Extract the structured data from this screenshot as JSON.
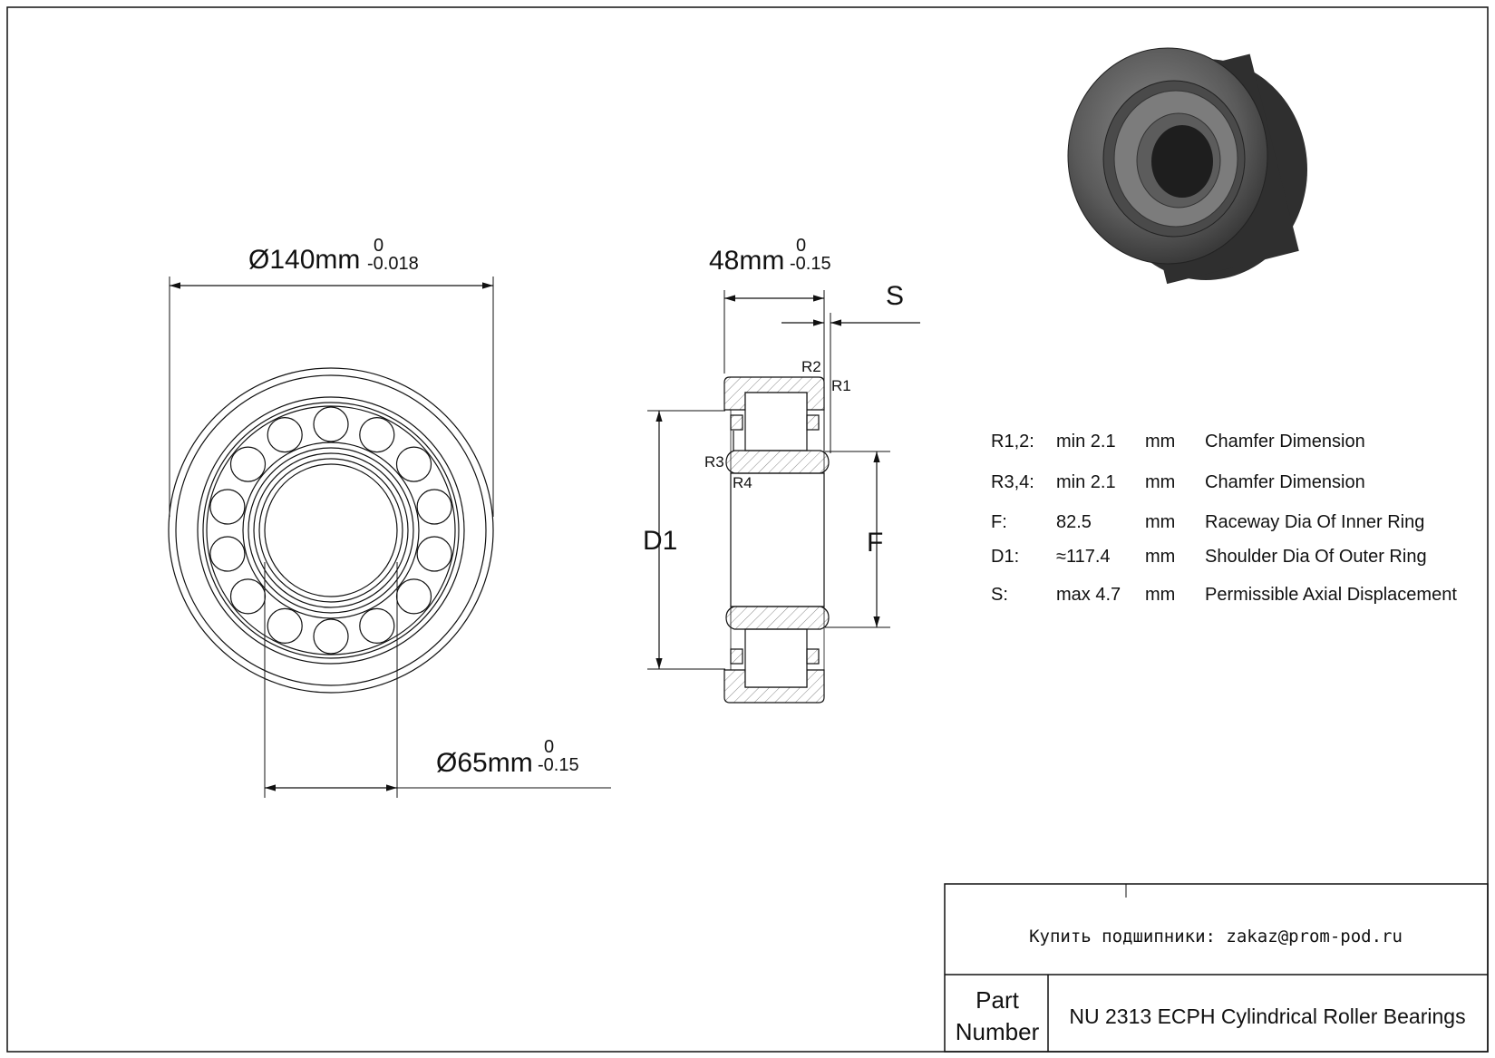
{
  "dimensions": {
    "outer_diameter": {
      "value": "Ø140mm",
      "upper": "0",
      "lower": "-0.018"
    },
    "bore_diameter": {
      "value": "Ø65mm",
      "upper": "0",
      "lower": "-0.15"
    },
    "width": {
      "value": "48mm",
      "upper": "0",
      "lower": "-0.15"
    },
    "s_label": "S",
    "d1_label": "D1",
    "f_label": "F",
    "r1": "R1",
    "r2": "R2",
    "r3": "R3",
    "r4": "R4"
  },
  "specs": [
    {
      "label": "R1,2:",
      "value": "min 2.1",
      "unit": "mm",
      "desc": "Chamfer Dimension"
    },
    {
      "label": "R3,4:",
      "value": "min 2.1",
      "unit": "mm",
      "desc": "Chamfer Dimension"
    },
    {
      "label": "F:",
      "value": "82.5",
      "unit": "mm",
      "desc": "Raceway Dia Of Inner Ring"
    },
    {
      "label": "D1:",
      "value": "≈117.4",
      "unit": "mm",
      "desc": "Shoulder Dia Of Outer Ring"
    },
    {
      "label": "S:",
      "value": "max 4.7",
      "unit": "mm",
      "desc": "Permissible Axial Displacement"
    }
  ],
  "title_block": {
    "contact": "Купить подшипники: zakaz@prom-pod.ru",
    "part_label_1": "Part",
    "part_label_2": "Number",
    "part_number": "NU 2313 ECPH Cylindrical Roller Bearings"
  },
  "colors": {
    "line": "#111111",
    "bearing_dark": "#3a3a3a",
    "bearing_mid": "#6b6b6b"
  }
}
